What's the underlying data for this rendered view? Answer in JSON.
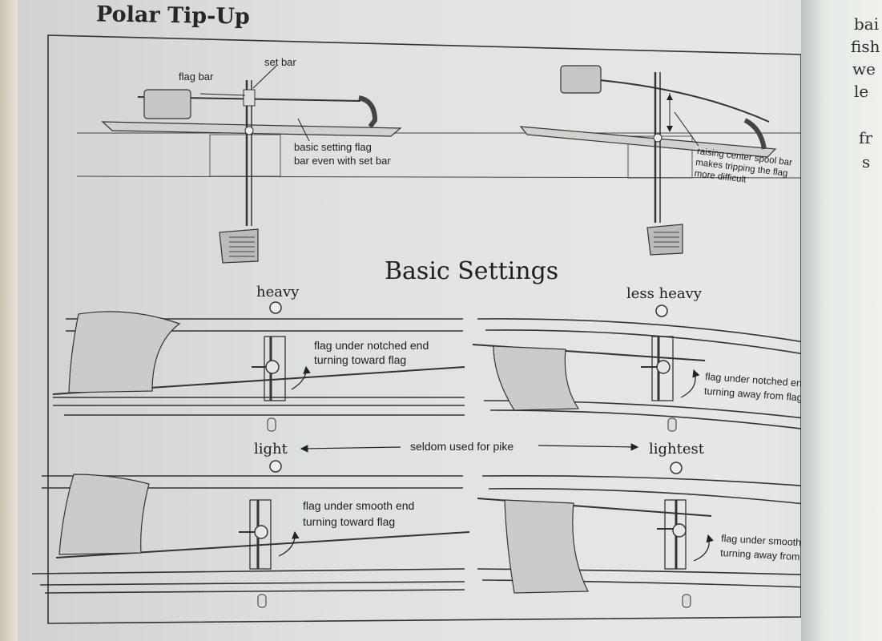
{
  "page_title": "Polar Tip-Up",
  "section_title": "Basic Settings",
  "top_diagram": {
    "labels": {
      "flag_bar": "flag bar",
      "set_bar": "set bar",
      "basic_note_line1": "basic setting flag",
      "basic_note_line2": "bar even with set bar",
      "raising_line1": "raising center spool bar",
      "raising_line2": "makes tripping the flag",
      "raising_line3": "more difficult"
    }
  },
  "settings": {
    "heavy": {
      "title": "heavy",
      "line1": "flag under notched end",
      "line2": "turning toward flag"
    },
    "less_heavy": {
      "title": "less heavy",
      "line1": "flag under notched end",
      "line2": "turning away from flag"
    },
    "light": {
      "title": "light",
      "line1": "flag under smooth end",
      "line2": "turning toward flag"
    },
    "lightest": {
      "title": "lightest",
      "line1": "flag under smooth end",
      "line2": "turning away from flag"
    }
  },
  "seldom_note": "seldom used for pike",
  "right_page_fragments": [
    "bai",
    "fish",
    "we",
    "le",
    "fr",
    "s"
  ]
}
